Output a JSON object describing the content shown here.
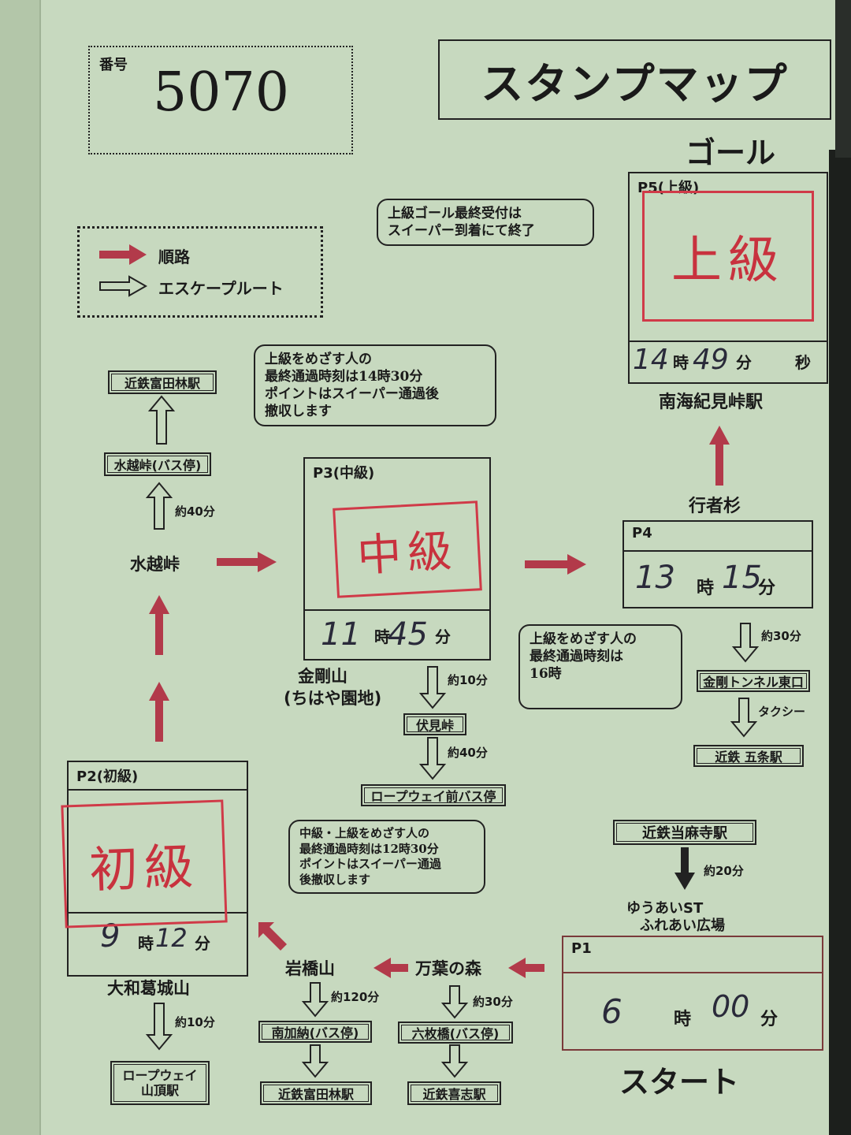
{
  "number": {
    "label": "番号",
    "value": "5070"
  },
  "title": "スタンプマップ",
  "goal": "ゴール",
  "start": "スタート",
  "legend": {
    "route": "順路",
    "escape": "エスケープルート"
  },
  "bubbles": {
    "p5": [
      "上級ゴール最終受付は",
      "スイーパー到着にて終了"
    ],
    "p3": [
      "上級をめざす人の",
      "最終通過時刻は14時30分",
      "ポイントはスイーパー通過後",
      "撤収します"
    ],
    "p4": [
      "上級をめざす人の",
      "最終通過時刻は",
      "16時"
    ],
    "p2": [
      "中級・上級をめざす人の",
      "最終通過時刻は12時30分",
      "ポイントはスイーパー通過",
      "後撤収します"
    ]
  },
  "points": {
    "p5": {
      "label": "P5(上級)",
      "stamp": "上級",
      "hour": "14",
      "minute": "49",
      "h": "時",
      "m": "分",
      "s": "秒",
      "place": "南海紀見峠駅"
    },
    "p4": {
      "label": "P4",
      "hour": "13",
      "minute": "15",
      "h": "時",
      "m": "分",
      "place": "行者杉"
    },
    "p3": {
      "label": "P3(中級)",
      "stamp": "中級",
      "hour": "11",
      "minute": "45",
      "h": "時",
      "m": "分",
      "place1": "金剛山",
      "place2": "(ちはや園地)"
    },
    "p2": {
      "label": "P2(初級)",
      "stamp": "初級",
      "hour": "9",
      "minute": "12",
      "h": "時",
      "m": "分",
      "place": "大和葛城山"
    },
    "p1": {
      "label": "P1",
      "hour": "6",
      "minute": "00",
      "h": "時",
      "m": "分"
    }
  },
  "left": {
    "station": "近鉄富田林駅",
    "bus": "水越峠(バス停)",
    "time": "約40分",
    "pass": "水越峠"
  },
  "p3_escape": {
    "t1": "約10分",
    "stop1": "伏見峠",
    "t2": "約40分",
    "stop2": "ロープウェイ前バス停"
  },
  "p4_escape": {
    "t1": "約30分",
    "stop1": "金剛トンネル東口",
    "t2": "タクシー",
    "stop2": "近鉄 五条駅"
  },
  "start_access": {
    "station": "近鉄当麻寺駅",
    "time": "約20分",
    "place1": "ゆうあいST",
    "place2": "ふれあい広場"
  },
  "bottom": {
    "iwahashi": "岩橋山",
    "manyo": "万葉の森",
    "t_iwa": "約120分",
    "bus_iwa": "南加納(バス停)",
    "st_iwa": "近鉄富田林駅",
    "t_man": "約30分",
    "bus_man": "六枚橋(バス停)",
    "st_man": "近鉄喜志駅",
    "t_p2": "約10分",
    "rope": [
      "ロープウェイ",
      "山頂駅"
    ]
  },
  "colors": {
    "route": "#b23a4a",
    "stamp": "#c8323e",
    "paper": "#c7d9bf"
  }
}
